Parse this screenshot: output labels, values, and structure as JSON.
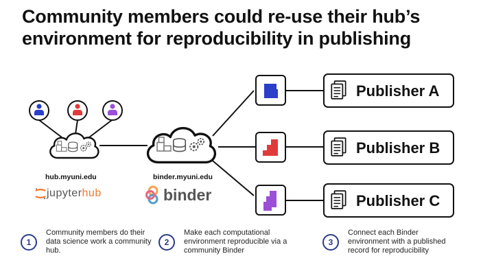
{
  "title": {
    "line1": "Community members could re-use their hub’s",
    "line2": "environment for reproducibility in publishing"
  },
  "hub": {
    "domain": "hub.myuni.edu",
    "logo_text_a": "jupyter",
    "logo_text_b": "hub"
  },
  "binder": {
    "domain": "binder.myuni.edu",
    "logo_text": "binder"
  },
  "publishers": [
    {
      "name": "Publisher A",
      "block_color": "#2b3fc9"
    },
    {
      "name": "Publisher B",
      "block_color": "#e03b3b"
    },
    {
      "name": "Publisher C",
      "block_color": "#9b4fd6"
    }
  ],
  "users": [
    {
      "color": "#2b3fc9"
    },
    {
      "color": "#e03b3b"
    },
    {
      "color": "#9b4fd6"
    }
  ],
  "steps": [
    {
      "num": "1",
      "text": "Community members do their data science work a community hub."
    },
    {
      "num": "2",
      "text": "Make each computational environment reproducible via a community Binder"
    },
    {
      "num": "3",
      "text": "Connect each Binder environment with a published record for reproducibility"
    }
  ],
  "colors": {
    "accent": "#2a3a8a",
    "line": "#111111",
    "jupyter_orange": "#f37726"
  }
}
